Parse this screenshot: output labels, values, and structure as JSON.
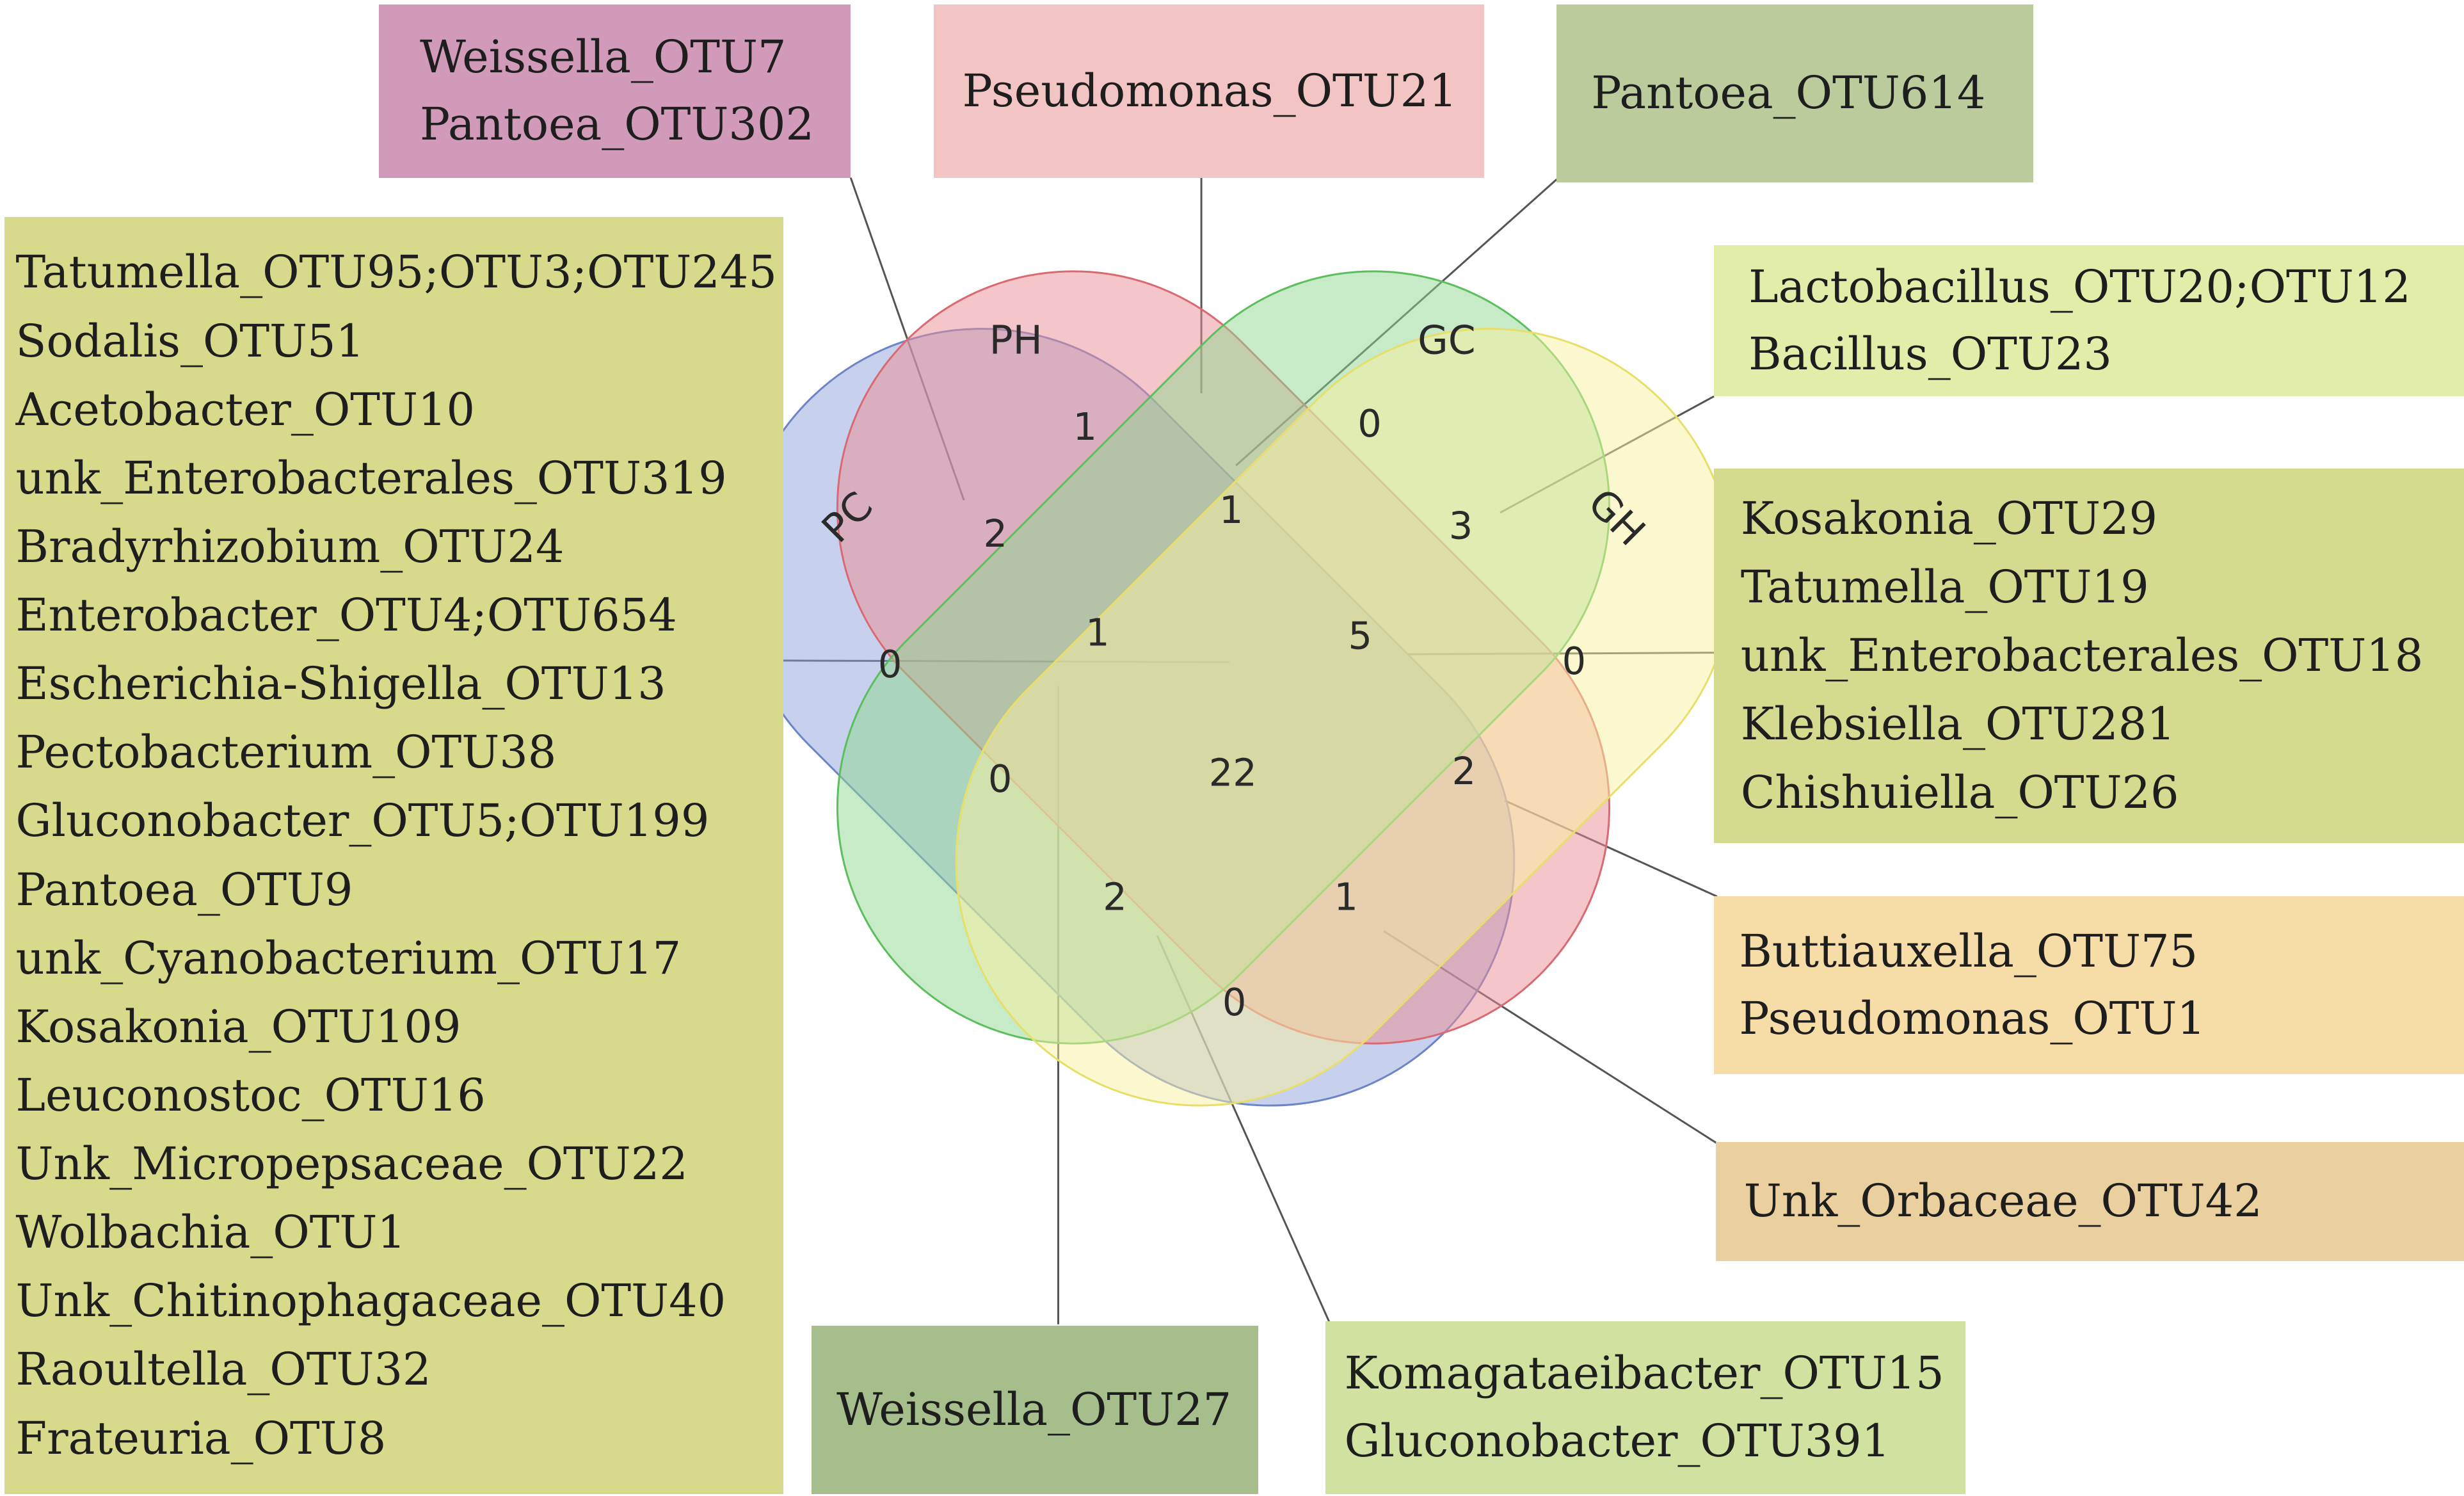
{
  "sets": [
    {
      "key": "PC",
      "label": "PC",
      "color": "#8fa3dc"
    },
    {
      "key": "PH",
      "label": "PH",
      "color": "#ec8e94"
    },
    {
      "key": "GC",
      "label": "GC",
      "color": "#8fd88f"
    },
    {
      "key": "GH",
      "label": "GH",
      "color": "#f8f0a0"
    }
  ],
  "counts": {
    "PH_only": "1",
    "GC_only": "0",
    "PC_PH": "2",
    "PH_GC": "1",
    "GC_GH": "3",
    "PC_only": "0",
    "PC_PH_GC": "1",
    "PH_GC_GH": "5",
    "GH_only": "0",
    "PC_GC": "0",
    "all": "22",
    "PH_GH": "2",
    "PC_GC_GH": "2",
    "PC_PH_GH": "1",
    "PC_GH": "0"
  },
  "boxes": [
    {
      "id": "PC_PH",
      "color": "#d09ab8",
      "lines": [
        "Weissella_OTU7",
        "Pantoea_OTU302"
      ]
    },
    {
      "id": "PH_only",
      "color": "#f3c4c4",
      "lines": [
        "Pseudomonas_OTU21"
      ]
    },
    {
      "id": "PH_GC",
      "color": "#bccb9c",
      "lines": [
        "Pantoea_OTU614"
      ]
    },
    {
      "id": "GC_GH",
      "color": "#e2edaa",
      "lines": [
        "Lactobacillus_OTU20;OTU12",
        "Bacillus_OTU23"
      ]
    },
    {
      "id": "PH_GC_GH",
      "color": "#d4da8e",
      "lines": [
        "Kosakonia_OTU29",
        "Tatumella_OTU19",
        "unk_Enterobacterales_OTU18",
        "Klebsiella_OTU281",
        "Chishuiella_OTU26"
      ]
    },
    {
      "id": "PH_GH",
      "color": "#f6dca6",
      "lines": [
        "Buttiauxella_OTU75",
        "Pseudomonas_OTU1"
      ]
    },
    {
      "id": "PC_PH_GH",
      "color": "#e9d09e",
      "lines": [
        "Unk_Orbaceae_OTU42"
      ]
    },
    {
      "id": "PC_GC_GH",
      "color": "#d1e2a0",
      "lines": [
        "Komagataeibacter_OTU15",
        "Gluconobacter_OTU391"
      ]
    },
    {
      "id": "PC_PH_GC",
      "color": "#a6bd8c",
      "lines": [
        "Weissella_OTU27"
      ]
    },
    {
      "id": "all",
      "color": "#d6da8a",
      "lines": [
        "Tatumella_OTU95;OTU3;OTU245",
        "Sodalis_OTU51",
        "Acetobacter_OTU10",
        "unk_Enterobacterales_OTU319",
        "Bradyrhizobium_OTU24",
        "Enterobacter_OTU4;OTU654",
        "Escherichia-Shigella_OTU13",
        "Pectobacterium_OTU38",
        "Gluconobacter_OTU5;OTU199",
        "Pantoea_OTU9",
        "unk_Cyanobacterium_OTU17",
        "Kosakonia_OTU109",
        "Leuconostoc_OTU16",
        "Unk_Micropepsaceae_OTU22",
        "Wolbachia_OTU1",
        "Unk_Chitinophagaceae_OTU40",
        "Raoultella_OTU32",
        "Frateuria_OTU8"
      ]
    }
  ]
}
